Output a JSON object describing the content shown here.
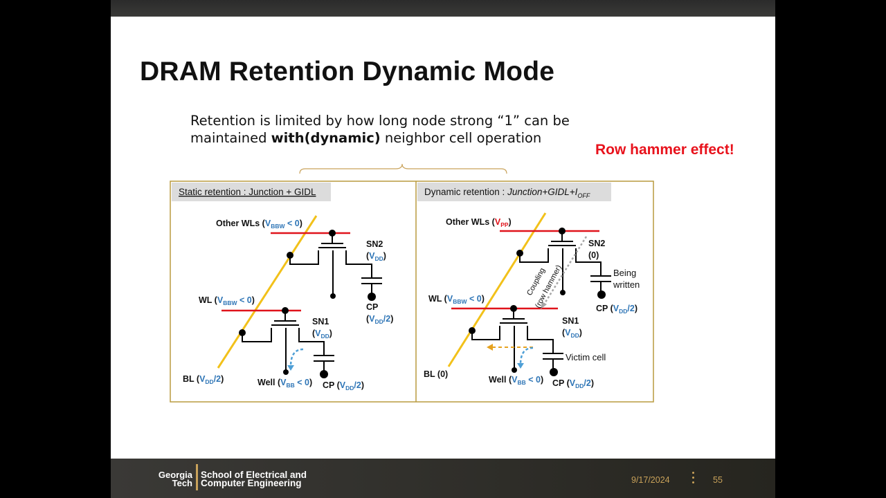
{
  "slide": {
    "title": "DRAM Retention Dynamic Mode",
    "intro_line1": "Retention is limited by how long node strong “1” can be",
    "intro_line2_pre": "maintained ",
    "intro_line2_bold": "with(dynamic)",
    "intro_line2_post": " neighbor cell operation",
    "callout": "Row hammer effect!"
  },
  "static_panel": {
    "header": "Static retention : Junction + GIDL",
    "other_wls": "Other WLs (",
    "v_bbw": "V",
    "bbw_sub": "BBW",
    "lt0": " < 0",
    "sn2": "SN2",
    "vdd_v": "V",
    "dd_sub": "DD",
    "cp": "CP",
    "vdd2_sub": "DD",
    "wl": "WL (",
    "sn1": "SN1",
    "bl": "BL (",
    "well": "Well (",
    "bb_sub": "BB",
    "cp2": "CP ("
  },
  "dynamic_panel": {
    "header_pre": "Dynamic retention : ",
    "header_italic": "Junction+GIDL+I",
    "header_sub": "OFF",
    "other_wls": "Other WLs (",
    "pp_sub": "PP",
    "sn2": "SN2",
    "sn2_val": "(0)",
    "being": "Being",
    "written": "written",
    "coupling": "Coupling",
    "row_hammer": "(row hammer)",
    "cp": "CP (",
    "wl": "WL (",
    "sn1": "SN1",
    "victim": "Victim cell",
    "bl": "BL (0)",
    "well": "Well (",
    "cp2": "CP ("
  },
  "footer": {
    "logo_line1": "Georgia",
    "logo_line2": "Tech",
    "school_line1": "School of Electrical and",
    "school_line2": "Computer Engineering",
    "date": "9/17/2024",
    "page": "55"
  },
  "colors": {
    "accent_gold": "#c9a25a",
    "wordline_red": "#e0131b",
    "bitline_yellow": "#f2c11a",
    "voltage_blue": "#2e75b6",
    "callout_red": "#e8121c"
  }
}
